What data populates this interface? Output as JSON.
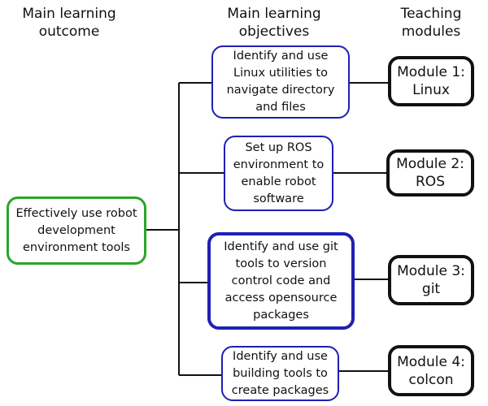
{
  "headers": {
    "outcome": "Main learning outcome",
    "objectives": "Main learning objectives",
    "modules": "Teaching modules"
  },
  "outcome": {
    "text": "Effectively use robot development environment tools",
    "color": "#2aa52a"
  },
  "objectives": [
    {
      "text": "Identify and use Linux utilities to navigate directory and files",
      "color": "#1f1fb4"
    },
    {
      "text": "Set up ROS environment to enable robot software",
      "color": "#1f1fb4"
    },
    {
      "text": "Identify and use git tools to version control code and access opensource packages",
      "color": "#1f1fb4"
    },
    {
      "text": "Identify and use building tools to create packages",
      "color": "#1f1fb4"
    }
  ],
  "modules": [
    {
      "text": "Module 1: Linux"
    },
    {
      "text": "Module 2: ROS"
    },
    {
      "text": "Module 3: git"
    },
    {
      "text": "Module 4: colcon"
    }
  ]
}
